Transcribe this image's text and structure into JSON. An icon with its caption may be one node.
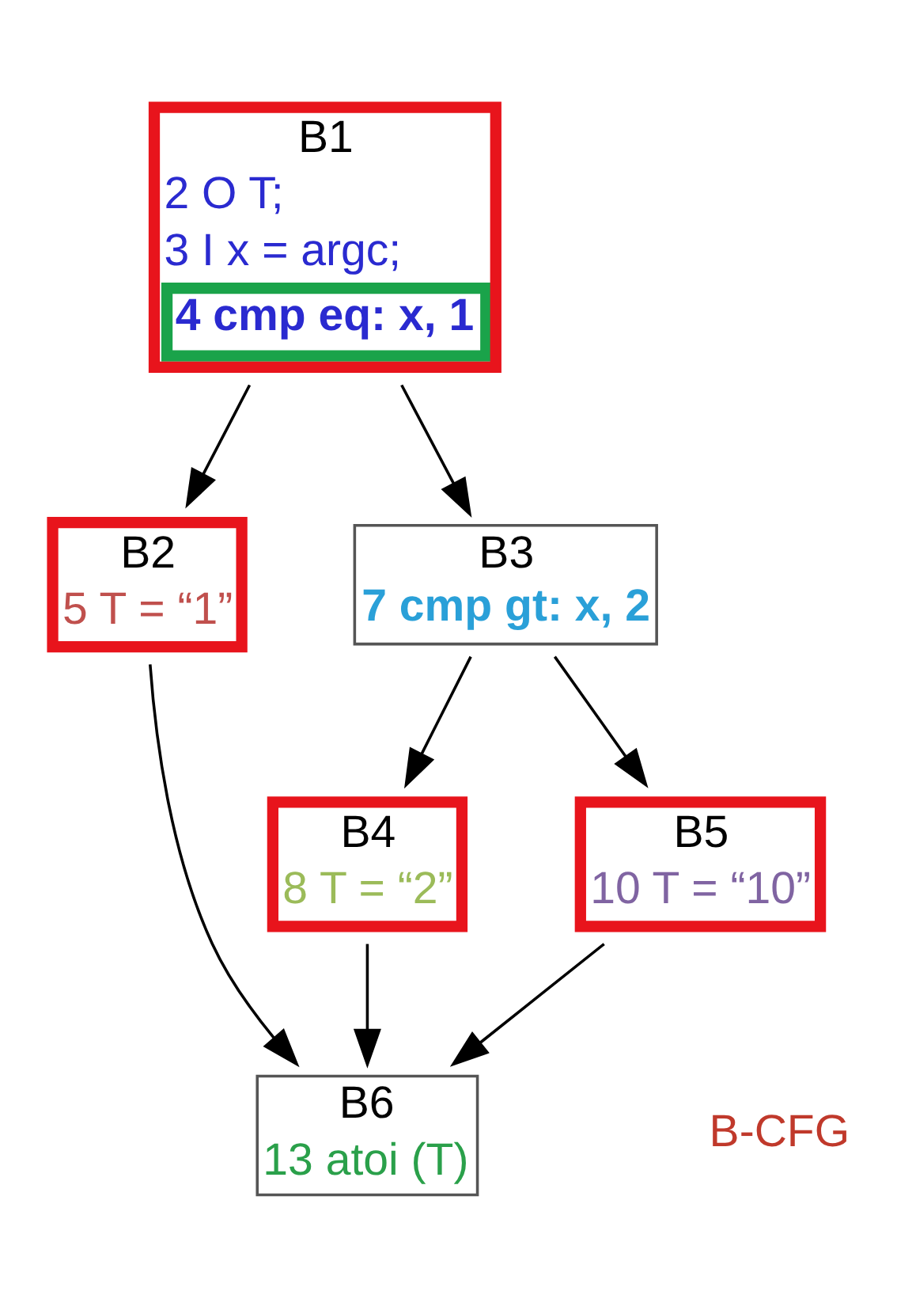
{
  "diagram": {
    "nodes": [
      {
        "text": [
          "B1",
          "2 O T;",
          "3 I x = argc;",
          "4 cmp eq: x, 1"
        ]
      },
      {
        "text": [
          "B2",
          "5 T = “1”"
        ]
      },
      {
        "text": [
          "B3",
          "7 cmp gt: x, 2"
        ]
      },
      {
        "text": [
          "B4",
          "8 T = “2”"
        ]
      },
      {
        "text": [
          "B5",
          "10 T = “10”"
        ]
      },
      {
        "text": [
          "B6",
          "13 atoi (T)"
        ]
      }
    ],
    "edges": [
      {
        "from": 0,
        "to": 1,
        "arrow": "to"
      },
      {
        "from": 0,
        "to": 2,
        "arrow": "to"
      },
      {
        "from": 2,
        "to": 3,
        "arrow": "to"
      },
      {
        "from": 2,
        "to": 4,
        "arrow": "to"
      },
      {
        "from": 1,
        "to": 5,
        "arrow": "to"
      },
      {
        "from": 3,
        "to": 5,
        "arrow": "to"
      },
      {
        "from": 4,
        "to": 5,
        "arrow": "to"
      }
    ],
    "labels": [
      "B-CFG"
    ]
  }
}
